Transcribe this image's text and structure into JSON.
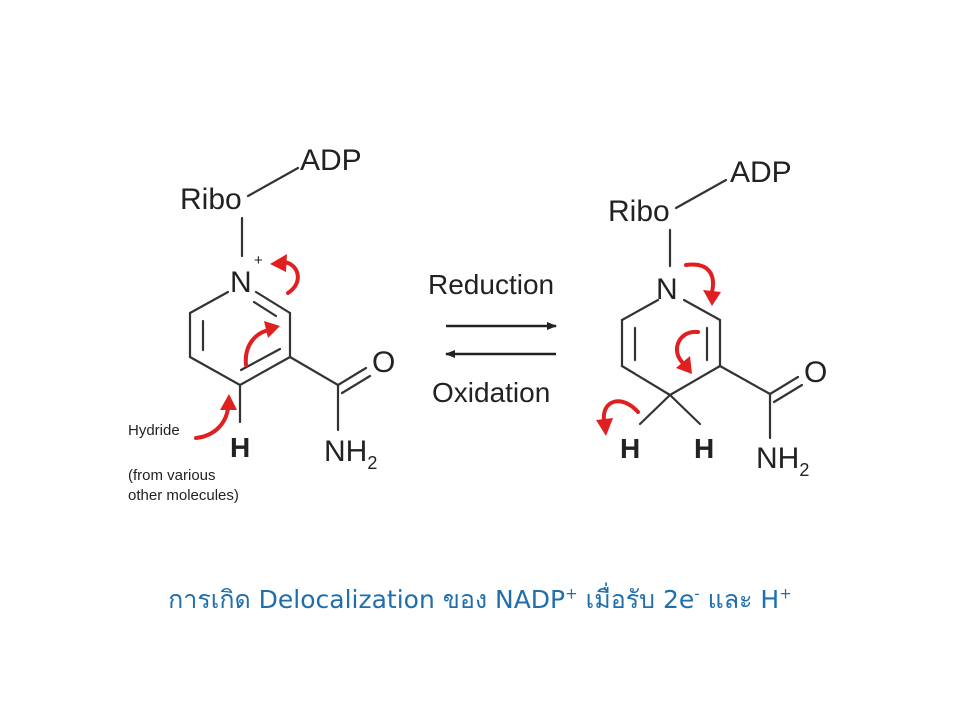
{
  "left": {
    "adp": "ADP",
    "ribo": "Ribo",
    "n": "N",
    "n_charge": "+",
    "o": "O",
    "nh": "NH",
    "nh_sub": "2",
    "h": "H",
    "hydride": "Hydride",
    "source_line1": "(from various",
    "source_line2": "other molecules)"
  },
  "right": {
    "adp": "ADP",
    "ribo": "Ribo",
    "n": "N",
    "o": "O",
    "nh": "NH",
    "nh_sub": "2",
    "h1": "H",
    "h2": "H"
  },
  "arrows": {
    "forward": "Reduction",
    "reverse": "Oxidation"
  },
  "caption": {
    "part1": "การเกิด Delocalization ของ NADP",
    "sup1": "+",
    "part2": " เมื่อรับ 2e",
    "sup2": "-",
    "part3": " และ H",
    "sup3": "+"
  },
  "colors": {
    "electron_arrow": "#e02020",
    "caption": "#1f6fad"
  }
}
